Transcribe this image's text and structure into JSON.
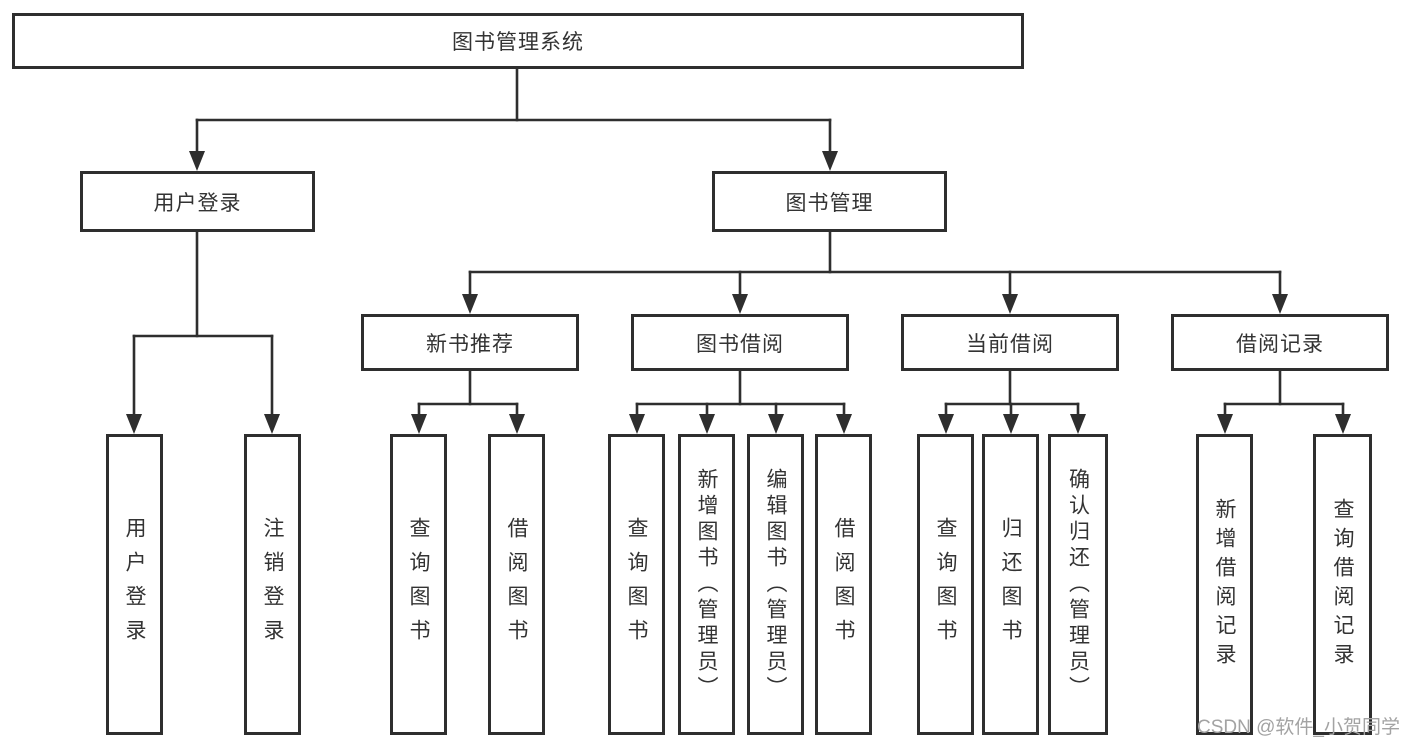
{
  "diagram_title": "图书管理系统",
  "tree": {
    "label": "图书管理系统",
    "children": [
      {
        "label": "用户登录",
        "children": [
          {
            "label": "用户登录"
          },
          {
            "label": "注销登录"
          }
        ]
      },
      {
        "label": "图书管理",
        "children": [
          {
            "label": "新书推荐",
            "children": [
              {
                "label": "查询图书"
              },
              {
                "label": "借阅图书"
              }
            ]
          },
          {
            "label": "图书借阅",
            "children": [
              {
                "label": "查询图书"
              },
              {
                "label": "新增图书（管理员）"
              },
              {
                "label": "编辑图书（管理员）"
              },
              {
                "label": "借阅图书"
              }
            ]
          },
          {
            "label": "当前借阅",
            "children": [
              {
                "label": "查询图书"
              },
              {
                "label": "归还图书"
              },
              {
                "label": "确认归还（管理员）"
              }
            ]
          },
          {
            "label": "借阅记录",
            "children": [
              {
                "label": "新增借阅记录"
              },
              {
                "label": "查询借阅记录"
              }
            ]
          }
        ]
      }
    ]
  },
  "watermark": "CSDN @软件_小贺同学",
  "colors": {
    "line": "#2e2e2e",
    "box_border": "#2e2e2e",
    "text": "#333333",
    "watermark": "#a3a3a3",
    "background": "#ffffff"
  }
}
